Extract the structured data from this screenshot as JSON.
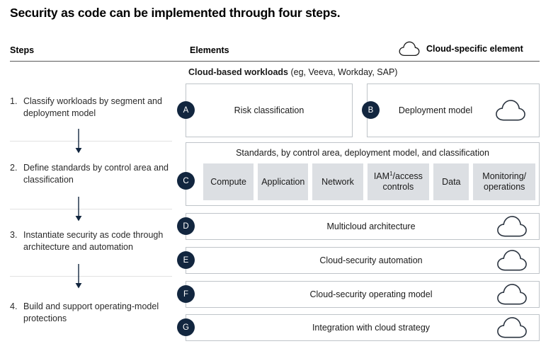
{
  "title": "Security as code can be implemented through four steps.",
  "header": {
    "steps_label": "Steps",
    "elements_label": "Elements",
    "legend_label": "Cloud-specific element",
    "legend_icon": "cloud-icon"
  },
  "steps": [
    {
      "number": "1.",
      "text": "Classify workloads by segment and deployment model"
    },
    {
      "number": "2.",
      "text": "Define standards by control area and classification"
    },
    {
      "number": "3.",
      "text": "Instantiate security as code through architecture and automation"
    },
    {
      "number": "4.",
      "text": "Build and support operating-model protections"
    }
  ],
  "group_label": {
    "bold": "Cloud-based workloads",
    "regular": " (eg, Veeva, Workday, SAP)"
  },
  "elements": {
    "a": {
      "badge": "A",
      "label": "Risk classification",
      "cloud": false
    },
    "b": {
      "badge": "B",
      "label": "Deployment model",
      "cloud": true
    },
    "c": {
      "badge": "C",
      "title": "Standards, by control area, deployment model, and classification",
      "cells": [
        {
          "label": "Compute",
          "footnote": ""
        },
        {
          "label": "Application",
          "footnote": ""
        },
        {
          "label": "Network",
          "footnote": ""
        },
        {
          "label": "IAM",
          "footnote": "1",
          "label_tail": "/access controls"
        },
        {
          "label": "Data",
          "footnote": ""
        },
        {
          "label": "Monitoring/ operations",
          "footnote": ""
        }
      ]
    },
    "d": {
      "badge": "D",
      "label": "Multicloud architecture",
      "cloud": true
    },
    "e": {
      "badge": "E",
      "label": "Cloud-security automation",
      "cloud": true
    },
    "f": {
      "badge": "F",
      "label": "Cloud-security operating model",
      "cloud": true
    },
    "g": {
      "badge": "G",
      "label": "Integration with cloud strategy",
      "cloud": true
    }
  },
  "colors": {
    "badge_navy": "#12263f",
    "box_border": "#bfc4c9",
    "cell_grey": "#dcdfe3",
    "divider_grey": "#e2e2e2",
    "rule_dark": "#5a5a5a"
  }
}
